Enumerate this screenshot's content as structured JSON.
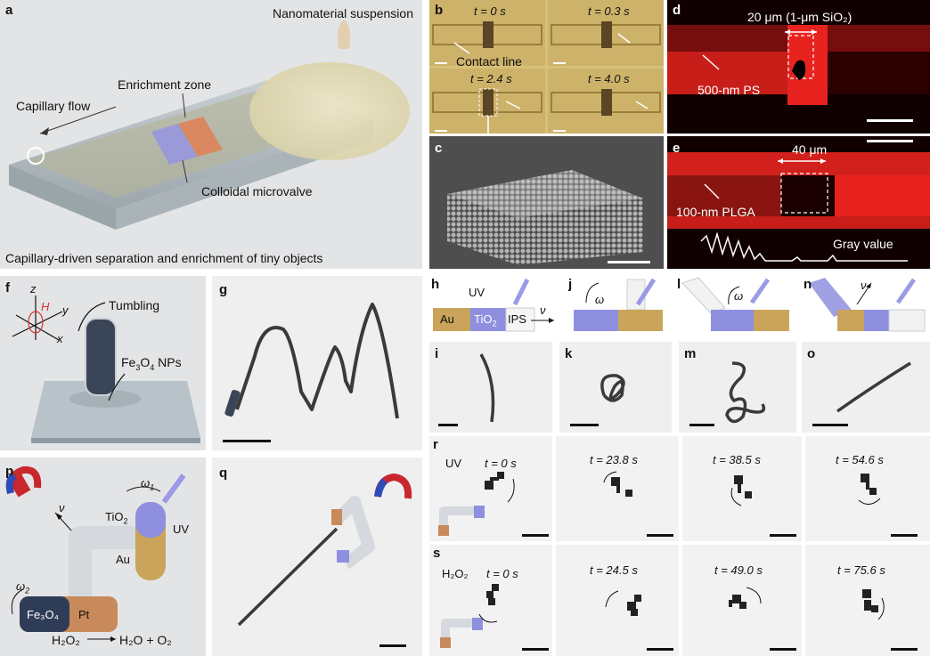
{
  "panels": {
    "a": {
      "label": "a",
      "caption": "Capillary-driven separation and enrichment of tiny objects",
      "capillary_flow": "Capillary flow",
      "enrichment_zone": "Enrichment zone",
      "colloidal_microvalve": "Colloidal microvalve",
      "nanomaterial_suspension": "Nanomaterial suspension"
    },
    "b": {
      "label": "b",
      "frames": [
        {
          "time": "t = 0 s"
        },
        {
          "time": "t = 0.3 s"
        },
        {
          "time": "t = 2.4 s"
        },
        {
          "time": "t = 4.0 s"
        }
      ],
      "contact_line": "Contact line"
    },
    "c": {
      "label": "c"
    },
    "d": {
      "label": "d",
      "dimension": "20 μm (1-μm SiO₂)",
      "particle": "500-nm PS"
    },
    "e": {
      "label": "e",
      "dimension": "40 μm",
      "particle": "100-nm PLGA",
      "profile": "Gray value"
    },
    "f": {
      "label": "f",
      "z": "z",
      "y": "y",
      "x": "x",
      "H": "H",
      "tumbling": "Tumbling",
      "np_main": "Fe",
      "np_sub": "3",
      "np_rest": "O",
      "np_sub2": "4",
      "np_tail": " NPs"
    },
    "g": {
      "label": "g"
    },
    "h": {
      "label": "h",
      "uv": "UV",
      "au": "Au",
      "tio2_main": "TiO",
      "tio2_sub": "2",
      "ips": "IPS",
      "nu": "ν"
    },
    "j": {
      "label": "j",
      "omega": "ω"
    },
    "l": {
      "label": "l",
      "omega": "ω"
    },
    "n": {
      "label": "n",
      "nu": "ν"
    },
    "i": {
      "label": "i"
    },
    "k": {
      "label": "k"
    },
    "m": {
      "label": "m"
    },
    "o": {
      "label": "o"
    },
    "p": {
      "label": "p",
      "nu": "ν",
      "omega1_main": "ω",
      "omega1_sub": "1",
      "omega2_main": "ω",
      "omega2_sub": "2",
      "tio2_main": "TiO",
      "tio2_sub": "2",
      "uv": "UV",
      "au": "Au",
      "fe3o4": "Fe₃O₄",
      "pt": "Pt",
      "reaction_left": "H₂O₂",
      "reaction_right": "H₂O + O₂"
    },
    "q": {
      "label": "q"
    },
    "r": {
      "label": "r",
      "stimulus": "UV",
      "times": [
        "t = 0 s",
        "t = 23.8 s",
        "t = 38.5 s",
        "t = 54.6 s"
      ]
    },
    "s": {
      "label": "s",
      "stimulus": "H₂O₂",
      "times": [
        "t = 0 s",
        "t = 24.5 s",
        "t = 49.0 s",
        "t = 75.6 s"
      ]
    }
  },
  "colors": {
    "red_fluor": "#e8231f",
    "tio2": "#8f8fe0",
    "au": "#c9a45a",
    "fe3o4": "#2f3c58",
    "pt": "#c88a5a",
    "trace": "#3a3a3a"
  }
}
